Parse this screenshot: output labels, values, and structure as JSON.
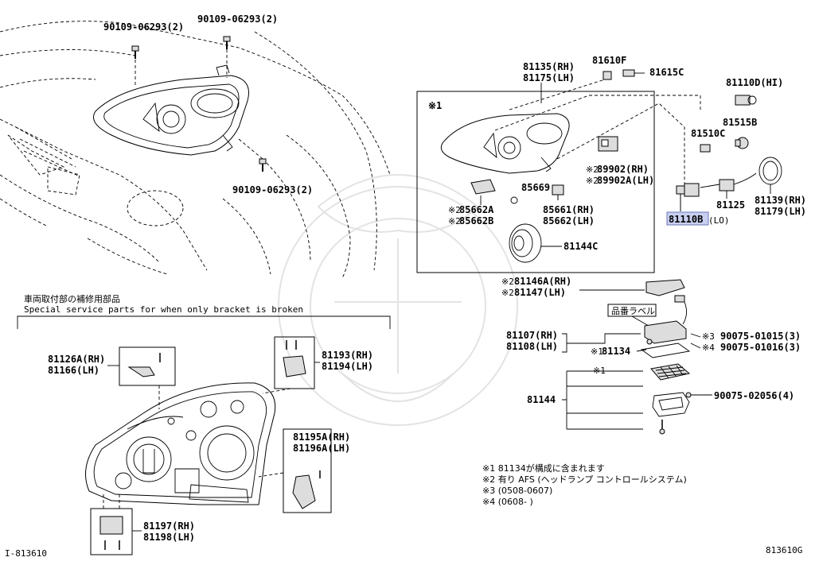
{
  "diagram_id": "I-813610",
  "diagram_code": "813610G",
  "parts": {
    "p90109_top_left": "90109-06293(2)",
    "p90109_top_right": "90109-06293(2)",
    "p90109_bottom": "90109-06293(2)",
    "p81135": "81135(RH)",
    "p81175": "81175(LH)",
    "p81610F": "81610F",
    "p81615C": "81615C",
    "p81110D": "81110D(HI)",
    "p81515B": "81515B",
    "p81510C": "81510C",
    "p89902": "89902(RH)",
    "p89902A": "89902A(LH)",
    "p85669": "85669",
    "p85662A": "85662A",
    "p85662B": "85662B",
    "p85661": "85661(RH)",
    "p85662": "85662(LH)",
    "p81144C": "81144C",
    "p81110B": "81110B",
    "p81110B_suffix": "(LO)",
    "p81125": "81125",
    "p81139": "81139(RH)",
    "p81179": "81179(LH)",
    "p81146A": "81146A(RH)",
    "p81147": "81147(LH)",
    "p81107": "81107(RH)",
    "p81108": "81108(LH)",
    "p81134": "81134",
    "p90075_01015": "90075-01015(3)",
    "p90075_01016": "90075-01016(3)",
    "p81144": "81144",
    "p90075_02056": "90075-02056(4)",
    "p81126A": "81126A(RH)",
    "p81166": "81166(LH)",
    "p81193": "81193(RH)",
    "p81194": "81194(LH)",
    "p81195A": "81195A(RH)",
    "p81196A": "81196A(LH)",
    "p81197": "81197(RH)",
    "p81198": "81198(LH)"
  },
  "marks": {
    "m1": "※1",
    "m2": "※2",
    "m3": "※3",
    "m4": "※4"
  },
  "labels": {
    "hinban_label": "品番ラベル",
    "special_jp": "車両取付部の補修用部品",
    "special_en": "Special service parts for when only bracket is broken"
  },
  "notes": [
    "※1 81134が構成に含まれます",
    "※2 有り AFS (ヘッドランプ コントロールシステム)",
    "※3 (0508-0607)",
    "※4 (0608-    )"
  ]
}
